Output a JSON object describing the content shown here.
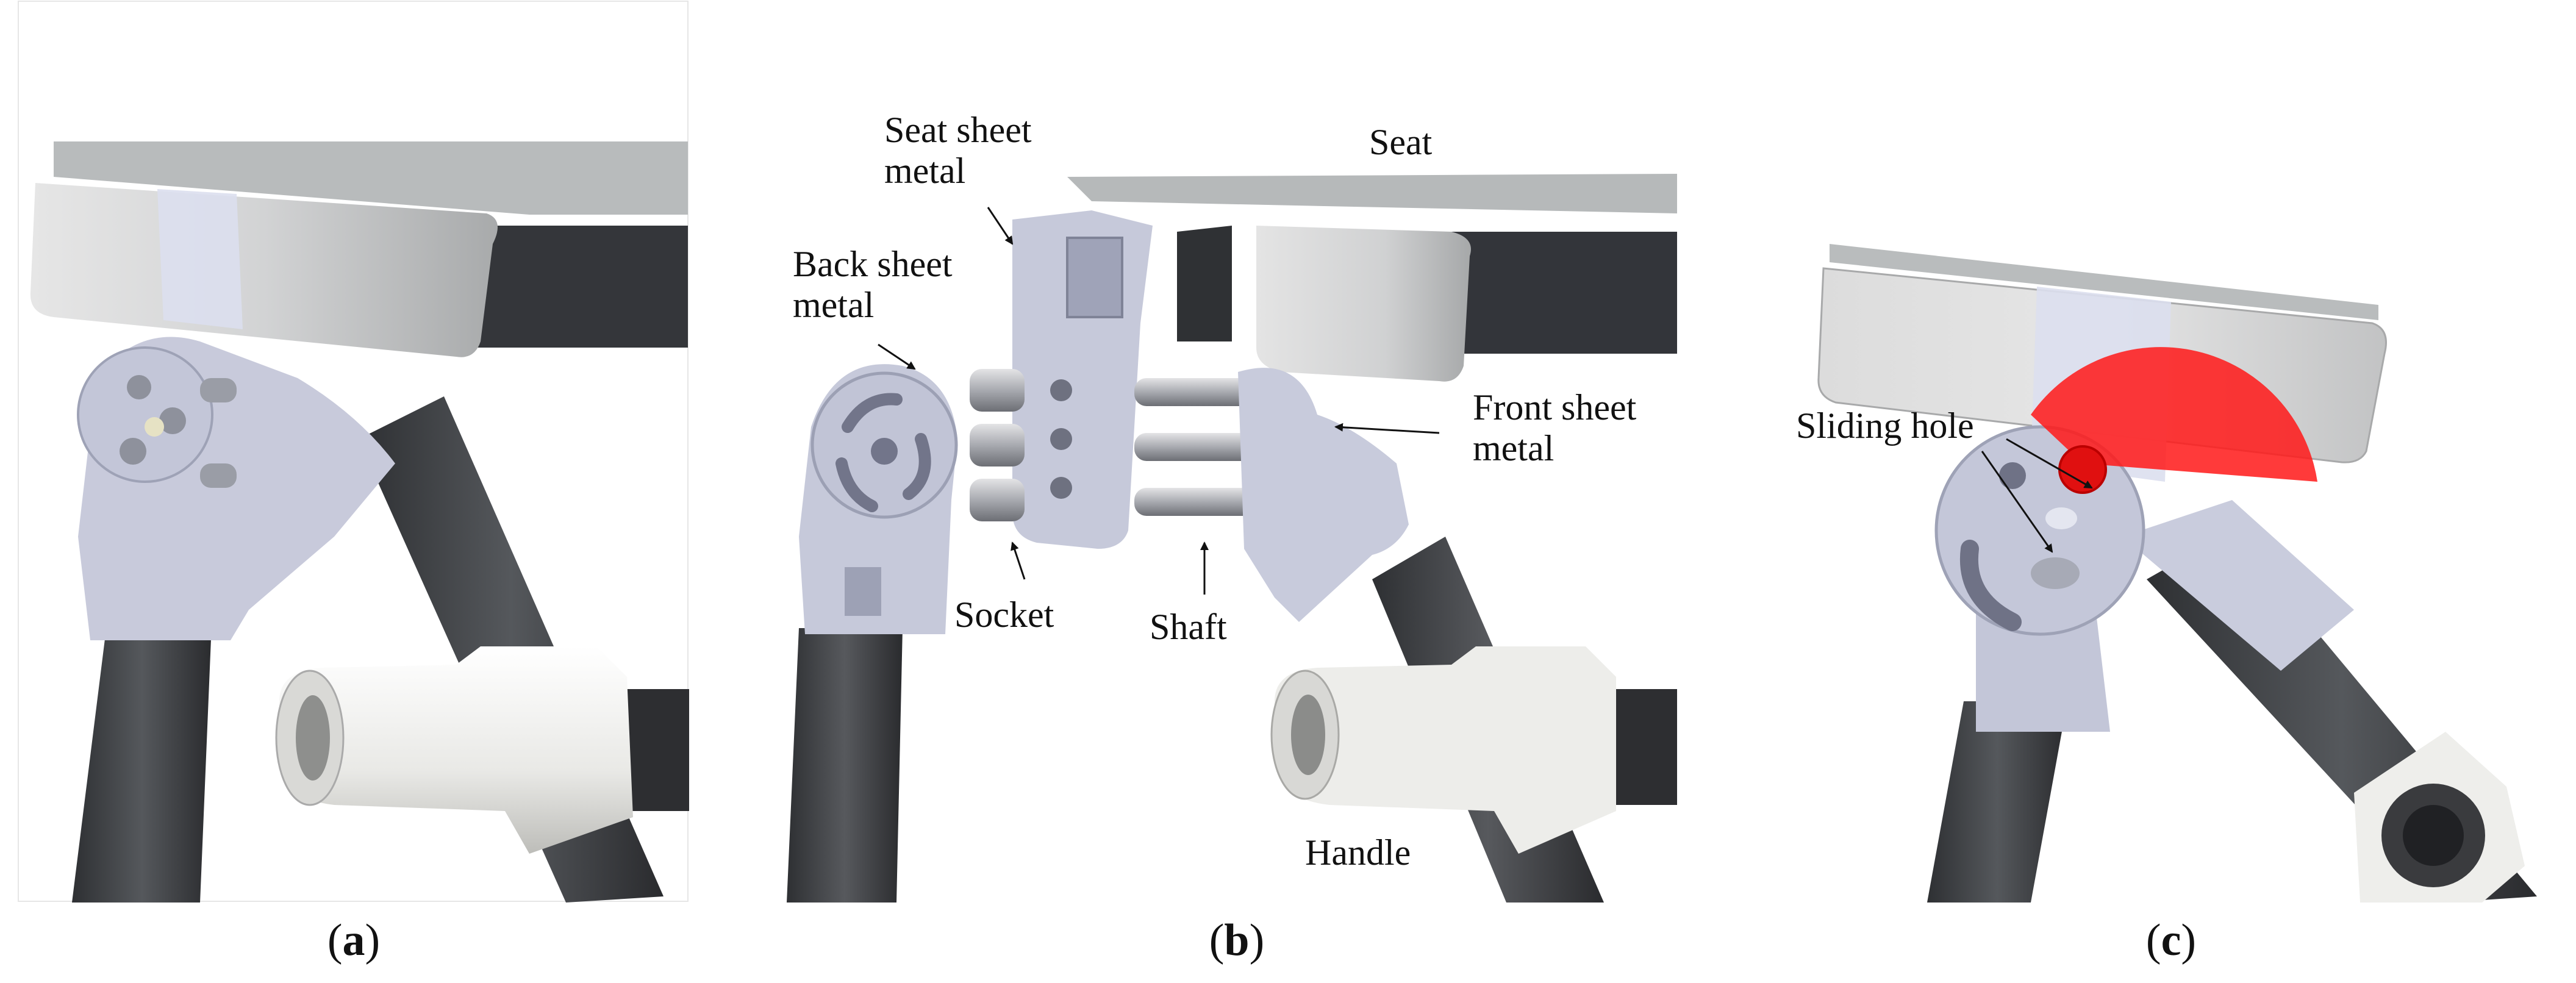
{
  "figure": {
    "panels": [
      {
        "id": "a",
        "caption_letter": "a"
      },
      {
        "id": "b",
        "caption_letter": "b"
      },
      {
        "id": "c",
        "caption_letter": "c"
      }
    ],
    "labels": {
      "seat_sheet_metal_line1": "Seat sheet",
      "seat_sheet_metal_line2": "metal",
      "seat": "Seat",
      "back_sheet_metal_line1": "Back sheet",
      "back_sheet_metal_line2": "metal",
      "front_sheet_metal_line1": "Front sheet",
      "front_sheet_metal_line2": "metal",
      "socket": "Socket",
      "shaft": "Shaft",
      "handle": "Handle",
      "sliding_hole": "Sliding hole"
    }
  },
  "colors": {
    "seat_top": "#b9bcbd",
    "seat_block": "#d6d7d8",
    "steel_dark": "#3b3d40",
    "sheet_metal": "#c4c7d8",
    "handle_white": "#efefec",
    "highlight_red": "#ff1a1a"
  }
}
